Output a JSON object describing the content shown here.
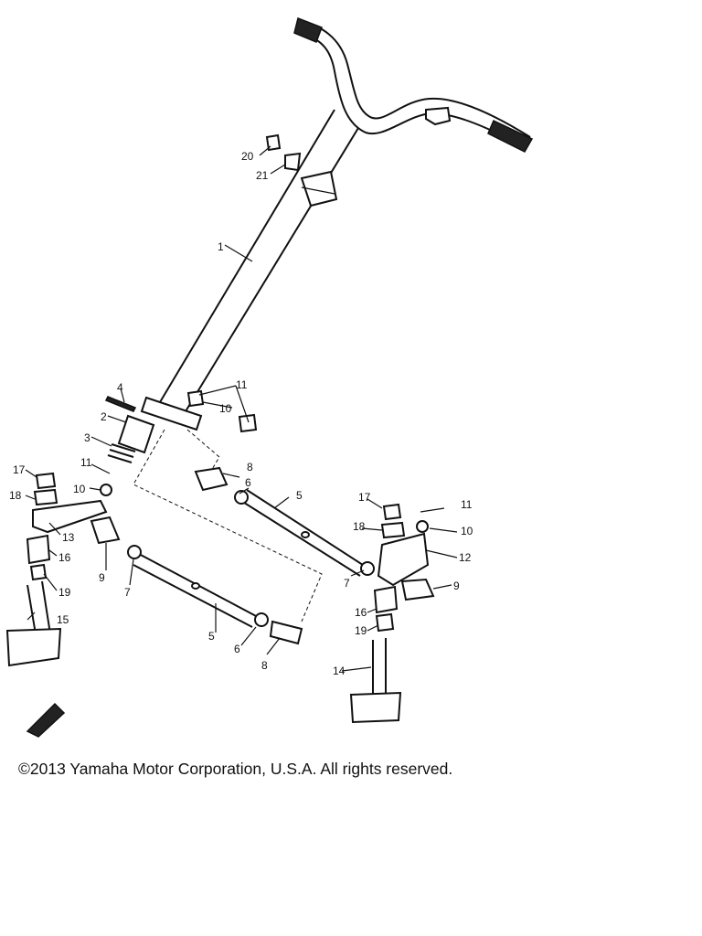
{
  "callouts": {
    "c1": "1",
    "c2": "2",
    "c3": "3",
    "c4": "4",
    "c5a": "5",
    "c5b": "5",
    "c6a": "6",
    "c6b": "6",
    "c7a": "7",
    "c7b": "7",
    "c8a": "8",
    "c8b": "8",
    "c9a": "9",
    "c9b": "9",
    "c10a": "10",
    "c10b": "10",
    "c10c": "10",
    "c11a": "11",
    "c11b": "11",
    "c11c": "11",
    "c12": "12",
    "c13": "13",
    "c14": "14",
    "c15": "15",
    "c16a": "16",
    "c16b": "16",
    "c17a": "17",
    "c17b": "17",
    "c18a": "18",
    "c18b": "18",
    "c19a": "19",
    "c19b": "19",
    "c20": "20",
    "c21": "21"
  },
  "copyright": "©2013 Yamaha Motor Corporation, U.S.A. All rights reserved."
}
